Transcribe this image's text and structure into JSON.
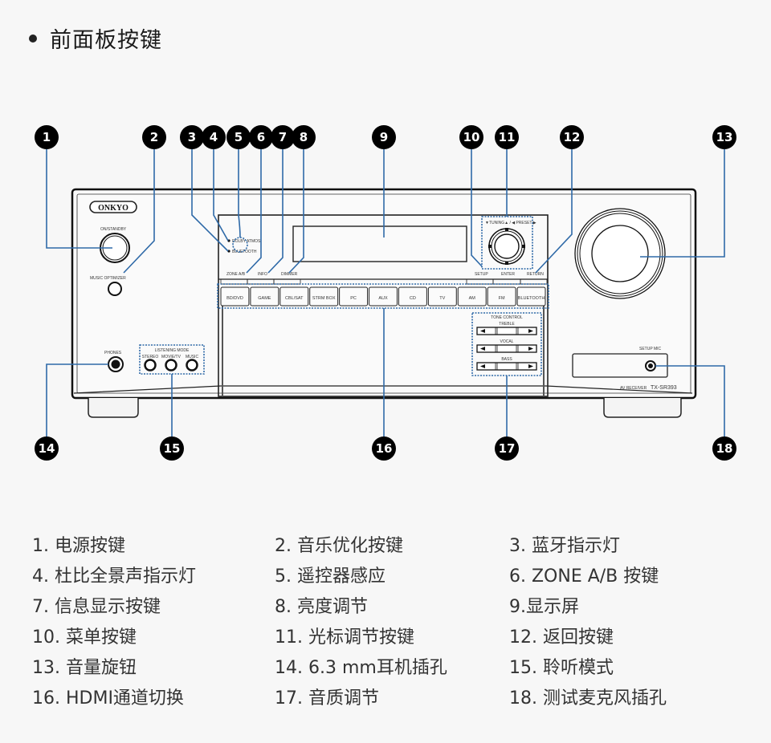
{
  "section": {
    "title": "前面板按键"
  },
  "device": {
    "brand": "ONKYO",
    "model_label": "AV RECEIVER",
    "model": "TX-SR393",
    "panel_labels": {
      "power": "ON/STANDBY",
      "music_optimizer": "MUSIC OPTIMIZER",
      "dolby_atmos": "DOLBY ATMOS",
      "bluetooth_led": "BLUETOOTH",
      "zone": "ZONE A/B",
      "info": "INFO",
      "dimmer": "DIMMER",
      "setup": "SETUP",
      "tuning_preset": "▼TUNING▲ / ◀ PRESET ▶",
      "enter": "ENTER",
      "return": "RETURN",
      "phones": "PHONES",
      "listening_mode": "LISTENING MODE",
      "listening_buttons": [
        "STEREO",
        "MOVIE/TV",
        "MUSIC"
      ],
      "tone_control": "TONE CONTROL",
      "tone_rows": [
        "TREBLE",
        "VOCAL",
        "BASS"
      ],
      "setup_mic": "SETUP MIC"
    },
    "input_selectors": [
      "BD/DVD",
      "GAME",
      "CBL/SAT",
      "STRM BOX",
      "PC",
      "AUX",
      "CD",
      "TV",
      "AM",
      "FM",
      "BLUETOOTH"
    ]
  },
  "callouts": [
    "1",
    "2",
    "3",
    "4",
    "5",
    "6",
    "7",
    "8",
    "9",
    "10",
    "11",
    "12",
    "13",
    "14",
    "15",
    "16",
    "17",
    "18"
  ],
  "legend": [
    "1. 电源按键",
    "2. 音乐优化按键",
    "3. 蓝牙指示灯",
    "4. 杜比全景声指示灯",
    "5. 遥控器感应",
    "6. ZONE A/B 按键",
    "7. 信息显示按键",
    "8. 亮度调节",
    "9.显示屏",
    "10. 菜单按键",
    "11. 光标调节按键",
    "12. 返回按键",
    "13. 音量旋钮",
    "14. 6.3 mm耳机插孔",
    "15. 聆听模式",
    "16. HDMI通道切换",
    "17. 音质调节",
    "18. 测试麦克风插孔"
  ],
  "colors": {
    "leader_line": "#2f6aa8",
    "callout_bg": "#000000",
    "background": "#f7f7f7"
  }
}
